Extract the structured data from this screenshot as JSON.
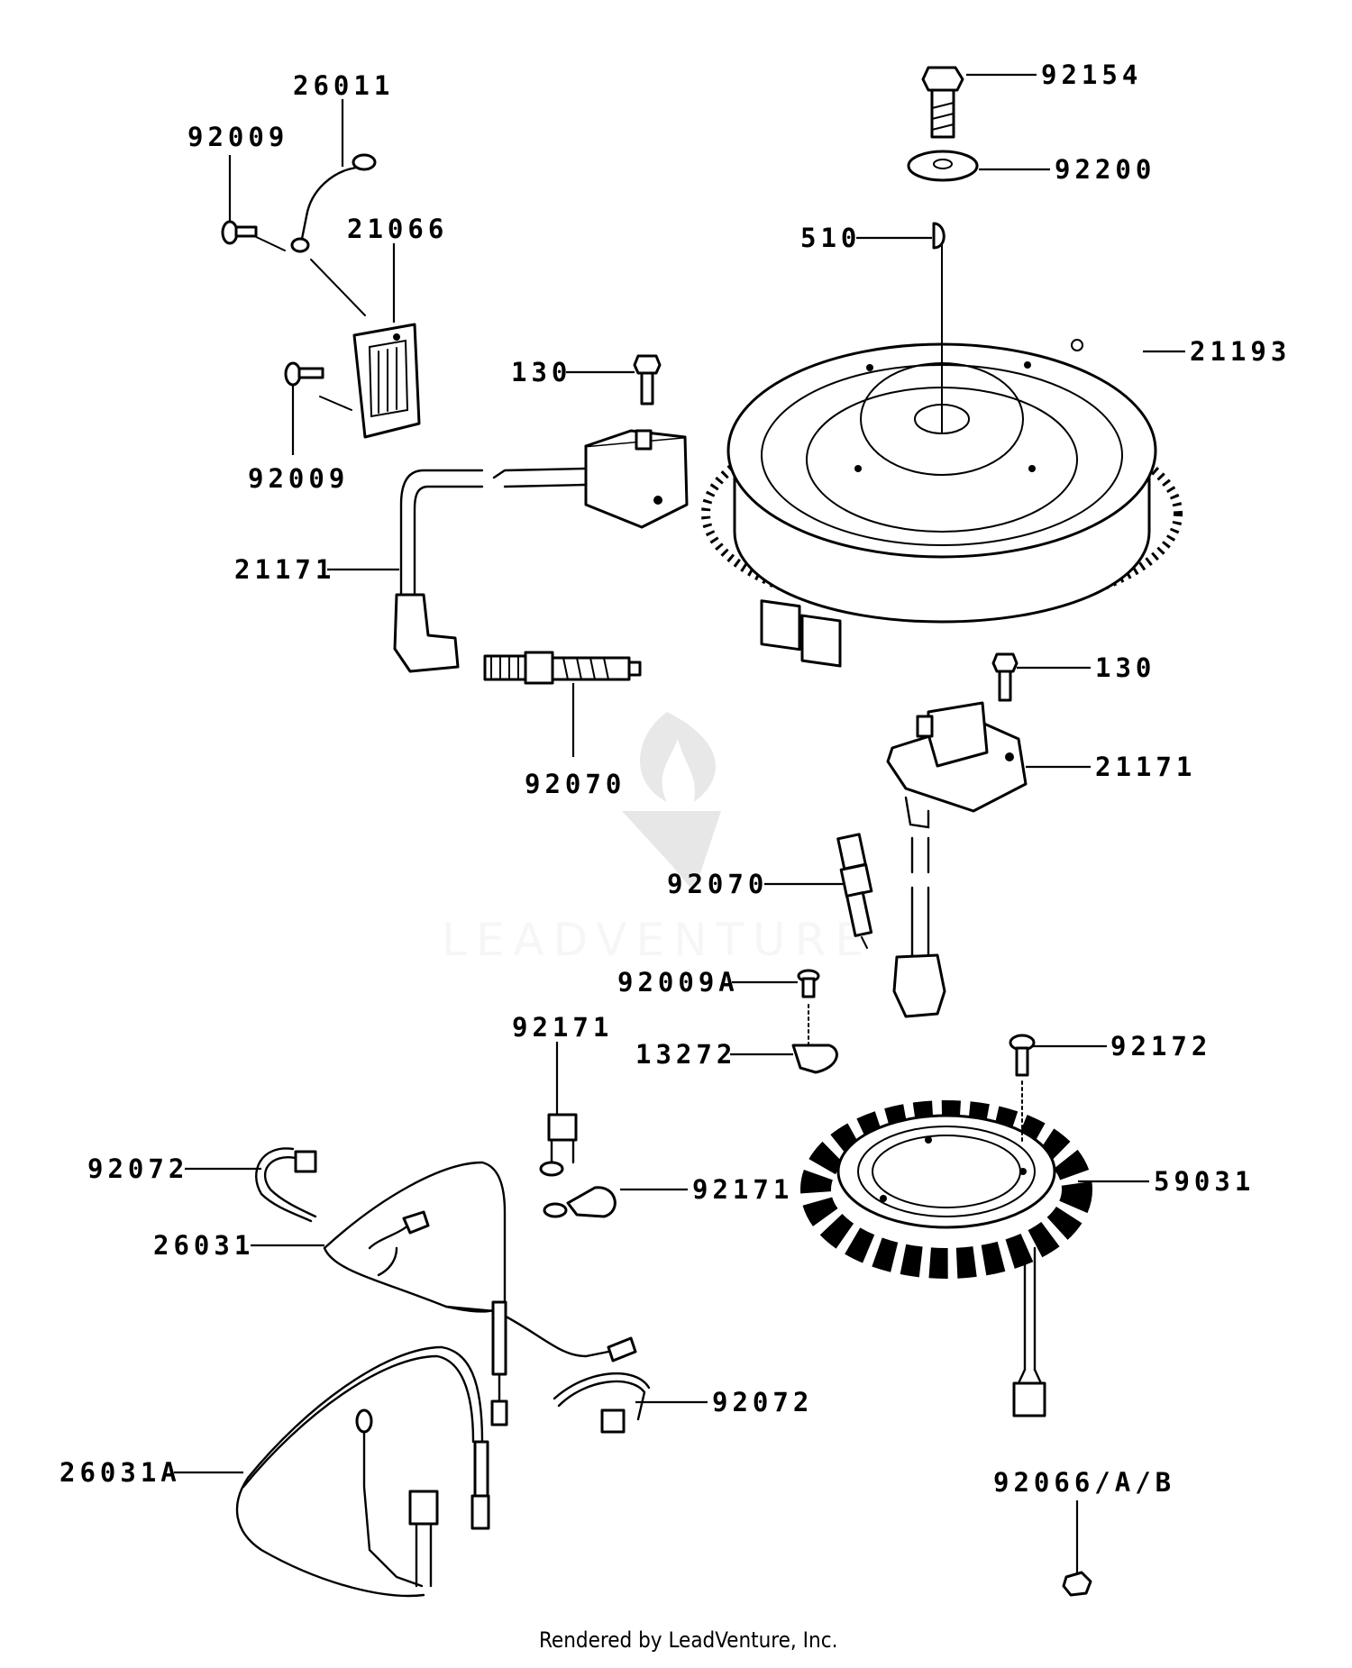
{
  "labels": {
    "l92154": "92154",
    "l92200": "92200",
    "l510": "510",
    "l21193": "21193",
    "l26011": "26011",
    "l92009_top": "92009",
    "l21066": "21066",
    "l92009_bottom": "92009",
    "l130_top": "130",
    "l21171_left": "21171",
    "l92070_left": "92070",
    "l130_right": "130",
    "l21171_right": "21171",
    "l92070_right": "92070",
    "l92009A": "92009A",
    "l13272": "13272",
    "l92171_top": "92171",
    "l92172": "92172",
    "l92072_left": "92072",
    "l92171_right": "92171",
    "l59031": "59031",
    "l26031": "26031",
    "l92072_right": "92072",
    "l26031A": "26031A",
    "l92066": "92066/A/B"
  },
  "watermark": "LEADVENTURE",
  "footer": "Rendered by LeadVenture, Inc."
}
